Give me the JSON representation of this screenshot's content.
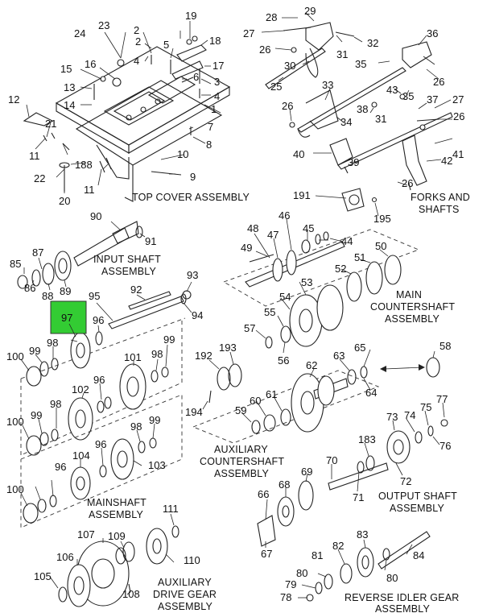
{
  "assemblies": {
    "top_cover": "TOP COVER ASSEMBLY",
    "forks_shafts": [
      "FORKS AND",
      "SHAFTS"
    ],
    "input_shaft": [
      "INPUT SHAFT",
      "ASSEMBLY"
    ],
    "main_countershaft": [
      "MAIN",
      "COUNTERSHAFT",
      "ASSEMBLY"
    ],
    "auxiliary_countershaft": [
      "AUXILIARY",
      "COUNTERSHAFT",
      "ASSEMBLY"
    ],
    "output_shaft": [
      "OUTPUT SHAFT",
      "ASSEMBLY"
    ],
    "mainshaft": [
      "MAINSHAFT",
      "ASSEMBLY"
    ],
    "auxiliary_drive_gear": [
      "AUXILIARY",
      "DRIVE GEAR",
      "ASSEMBLY"
    ],
    "reverse_idler_gear": [
      "REVERSE IDLER GEAR",
      "ASSEMBLY"
    ]
  },
  "highlighted_part": "97",
  "highlight_color": "#33cc33",
  "callouts": {
    "top_cover": [
      "1",
      "2",
      "2",
      "3",
      "4",
      "4",
      "5",
      "6",
      "7",
      "8",
      "9",
      "10",
      "11",
      "11",
      "12",
      "13",
      "14",
      "15",
      "16",
      "17",
      "18",
      "19",
      "20",
      "21",
      "22",
      "23",
      "24",
      "188"
    ],
    "forks_shafts": [
      "25",
      "26",
      "26",
      "26",
      "26",
      "26",
      "27",
      "27",
      "28",
      "29",
      "30",
      "31",
      "31",
      "32",
      "33",
      "34",
      "35",
      "35",
      "36",
      "37",
      "38",
      "39",
      "40",
      "41",
      "42",
      "43"
    ],
    "input_shaft": [
      "85",
      "86",
      "87",
      "88",
      "89",
      "90",
      "91"
    ],
    "main_countershaft": [
      "44",
      "45",
      "46",
      "47",
      "48",
      "49",
      "50",
      "51",
      "52",
      "53",
      "54",
      "55",
      "56",
      "57",
      "191",
      "195"
    ],
    "mainshaft": [
      "92",
      "93",
      "94",
      "95",
      "96",
      "96",
      "96",
      "96",
      "98",
      "98",
      "98",
      "98",
      "99",
      "99",
      "99",
      "99",
      "100",
      "100",
      "100",
      "101",
      "102",
      "103",
      "104"
    ],
    "auxiliary_countershaft": [
      "58",
      "59",
      "60",
      "61",
      "62",
      "63",
      "64",
      "65",
      "192",
      "193",
      "194"
    ],
    "output_shaft": [
      "66",
      "67",
      "68",
      "69",
      "70",
      "71",
      "72",
      "73",
      "74",
      "75",
      "76",
      "77",
      "183"
    ],
    "auxiliary_drive_gear": [
      "105",
      "106",
      "107",
      "108",
      "109",
      "110",
      "111"
    ],
    "reverse_idler_gear": [
      "78",
      "79",
      "80",
      "80",
      "81",
      "82",
      "83",
      "84"
    ]
  }
}
